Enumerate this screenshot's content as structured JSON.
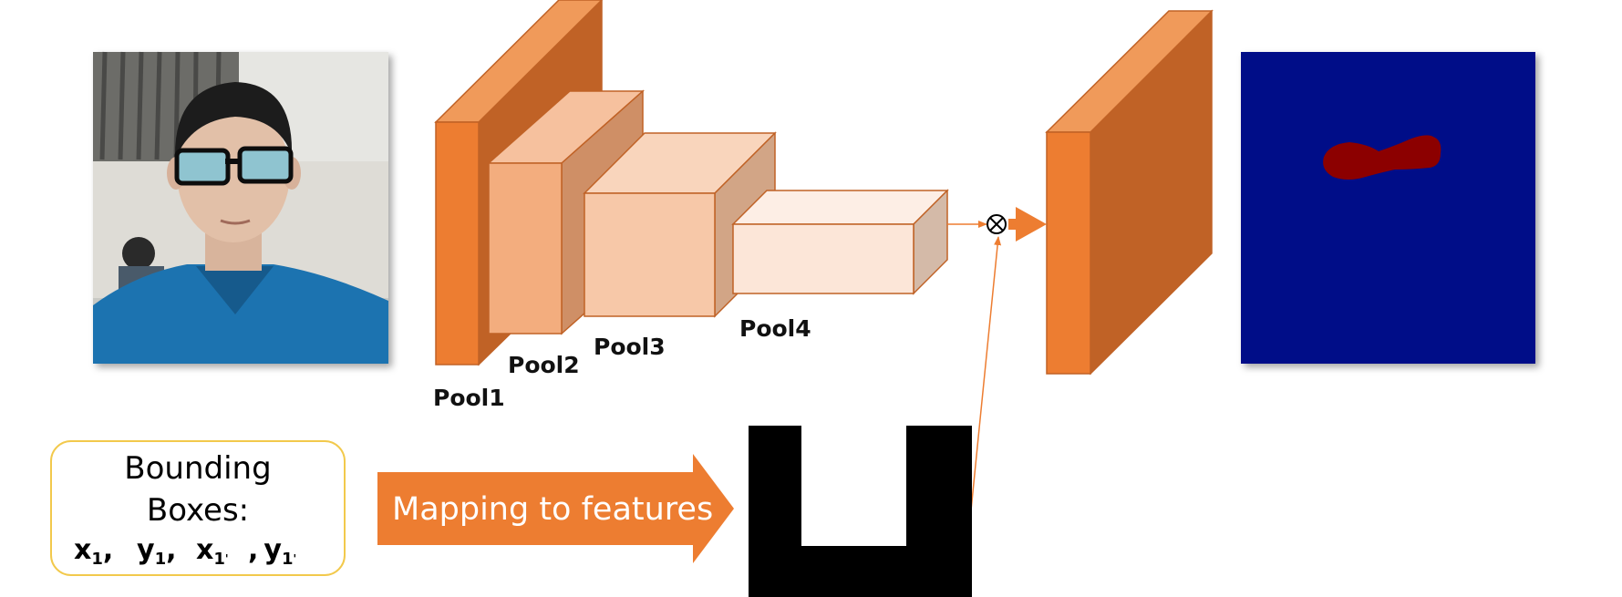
{
  "colors": {
    "orange": "#ED7D31",
    "orange_dark": "#C06226",
    "pool2_front": "#F3AD7E",
    "pool2_top": "#F6C19E",
    "pool2_side": "#CF8F66",
    "pool3_front": "#F7C8A8",
    "pool3_top": "#F9D5BC",
    "pool3_side": "#D2A586",
    "pool4_front": "#FCE6D8",
    "pool4_top": "#FDEEE5",
    "pool4_side": "#D4BAA8",
    "segmentation_bg": "#000C88",
    "segmentation_blob": "#8C0000",
    "bbox_border": "#F2C94C"
  },
  "input_image": {
    "icon": "person-photo"
  },
  "layers": {
    "pool1": "Pool1",
    "pool2": "Pool2",
    "pool3": "Pool3",
    "pool4": "Pool4"
  },
  "operator": {
    "symbol": "⊗",
    "icon": "multiply-operator-icon"
  },
  "bounding_box": {
    "title_line1": "Bounding",
    "title_line2": "Boxes:",
    "x1": "x",
    "y1": "y",
    "x2": "x",
    "y2": "y",
    "sub": "1",
    "tick": "'",
    "sep": ",",
    "sep_lead": ","
  },
  "mapping_arrow": {
    "label": "Mapping to features"
  },
  "mask_image": {
    "icon": "binary-mask"
  },
  "output_image": {
    "icon": "segmentation-map"
  }
}
